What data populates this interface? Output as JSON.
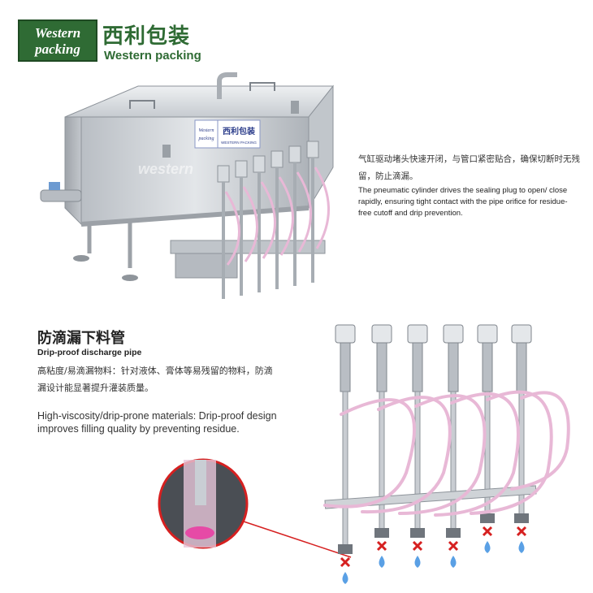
{
  "logo": {
    "badge_line_1": "Western",
    "badge_line_2": "packing",
    "chinese_name": "西利包装",
    "english_name": "Western packing"
  },
  "machine_label": {
    "line_1": "Western",
    "line_2": "packing",
    "chinese": "西利包装",
    "english": "WESTERN PACKING"
  },
  "watermark": "western",
  "section_top": {
    "description_cn": "气缸驱动堵头快速开闭，与管口紧密贴合，确保切断时无残留，防止滴漏。",
    "description_en": "The pneumatic cylinder drives the sealing plug to open/ close rapidly, ensuring tight contact with the pipe orifice for residue-free cutoff and drip prevention."
  },
  "section_bottom": {
    "title_cn": "防滴漏下料管",
    "title_en": "Drip-proof discharge pipe",
    "description_cn": "高粘度/易滴漏物料：针对液体、膏体等易残留的物料，防滴漏设计能显著提升灌装质量。",
    "description_en": "High-viscosity/drip-prone materials: Drip-proof design improves filling quality by preventing residue."
  },
  "colors": {
    "brand_green": "#2f6b34",
    "steel": "#c9cdd2",
    "tube_pink": "#e8b8d6",
    "cross_red": "#d62020",
    "drop_blue": "#3d8fe0"
  }
}
